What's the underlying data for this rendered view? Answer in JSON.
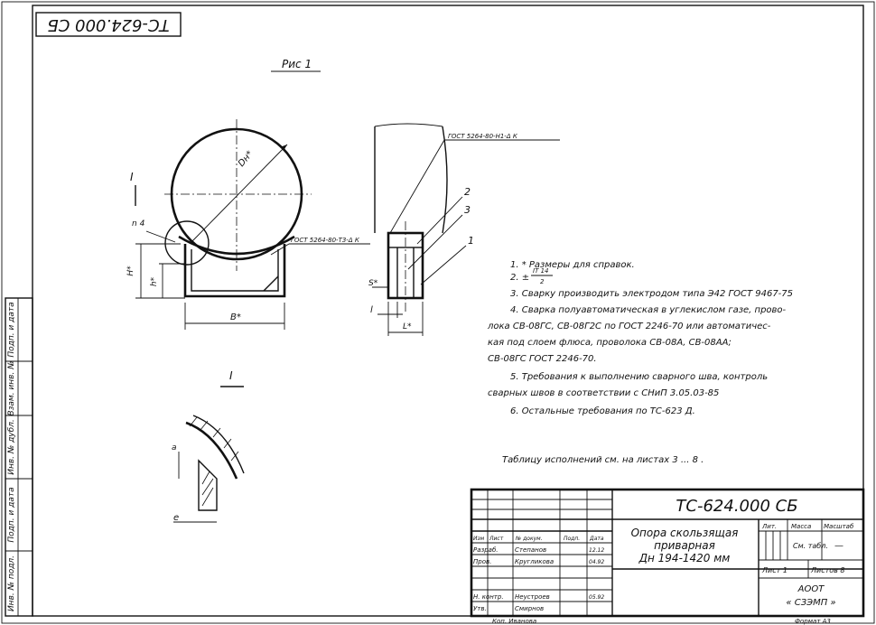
{
  "sheet": {
    "corner_code": "ТС-624.000 СБ",
    "figure_label": "Рис 1",
    "section_mark": "I",
    "view_mark": "I"
  },
  "left_strip": {
    "labels": [
      "Подп. и дата",
      "Взам. инв. №",
      "Инв. № дубл.",
      "Подп. и дата",
      "Инв. № подл."
    ]
  },
  "dimensions": {
    "diameter": "Dн*",
    "n": "n 4",
    "h_outer": "Н*",
    "h_inner": "h*",
    "width_b": "В*",
    "s": "S*",
    "l_small": "l",
    "l_big": "L*",
    "a": "а",
    "e": "е"
  },
  "weld_labels": {
    "upper": "ГОСТ 5264-80-Н1-Δ К",
    "lower": "ГОСТ 5264-80-Т3-Δ К"
  },
  "positions": [
    "1",
    "2",
    "3"
  ],
  "notes": [
    "1. * Размеры для справок.",
    "2. ± IT 14 / 2",
    "3. Сварку производить электродом типа Э42 ГОСТ 9467-75",
    "4. Сварка полуавтоматическая в углекислом газе, проволока СВ-08ГС, СВ-08Г2С по ГОСТ 2246-70 или автоматическая под слоем флюса, проволока СВ-08А, СВ-08АА; СВ-08ГС ГОСТ 2246-70.",
    "5. Требования к выполнению сварного шва, контроль сварных швов в соответствии с СНиП 3.05.03-85",
    "6. Остальные требования по ТС-623 Д."
  ],
  "notes_lines": [
    "1. * Размеры для справок.",
    "2. ±",
    "3. Сварку производить электродом типа Э42 ГОСТ 9467-75",
    "4. Сварка полуавтоматическая в углекислом газе, прово-",
    "лока СВ-08ГС, СВ-08Г2С по ГОСТ 2246-70 или автоматичес-",
    "кая под слоем флюса, проволока СВ-08А, СВ-08АА;",
    "СВ-08ГС ГОСТ 2246-70.",
    "5. Требования к выполнению сварного шва, контроль",
    "сварных швов в соответствии с СНиП 3.05.03-85",
    "6. Остальные требования по ТС-623 Д."
  ],
  "tolerance_fraction": {
    "num": "IT 14",
    "den": "2"
  },
  "table_note": "Таблицу исполнений см. на листах 3 ... 8 .",
  "title_block": {
    "doc_code": "ТС-624.000 СБ",
    "title_lines": [
      "Опора скользящая",
      "приварная",
      "Дн 194-1420 мм"
    ],
    "col_headers": [
      "Изм",
      "Лист",
      "№ докум.",
      "Подп.",
      "Дата"
    ],
    "roles": [
      "Разраб.",
      "Пров.",
      "Н. контр.",
      "Утв."
    ],
    "names": [
      "Степанов",
      "Кругликова",
      "Неустроев",
      "Смирнов"
    ],
    "dates": [
      "12.12",
      "04.92",
      "05.92"
    ],
    "lit_label": "Лит.",
    "mass_label": "Масса",
    "scale_label": "Масштаб",
    "mass_value": "См. табл.",
    "scale_value": "—",
    "sheet_label": "Лист 1",
    "sheets_label": "Листов 8",
    "org_lines": [
      "АООТ",
      "« СЗЭМП »"
    ],
    "copied_label": "Коп. Иванова",
    "format_label": "Формат А3"
  }
}
